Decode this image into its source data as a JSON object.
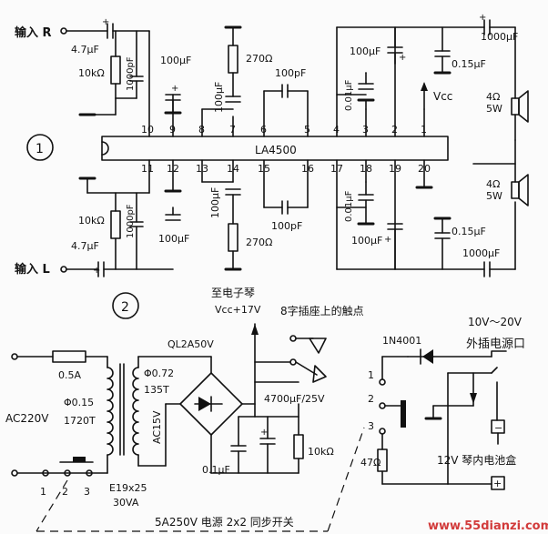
{
  "section1": {
    "number": "1"
  },
  "section2": {
    "number": "2"
  },
  "ic": {
    "part": "LA4500",
    "top_pins": [
      "10",
      "9",
      "8",
      "7",
      "6",
      "5",
      "4",
      "3",
      "2",
      "1"
    ],
    "bottom_pins": [
      "11",
      "12",
      "13",
      "14",
      "15",
      "16",
      "17",
      "18",
      "19",
      "20"
    ]
  },
  "inputs": {
    "right": "输入 R",
    "left": "输入 L"
  },
  "labels_top": {
    "c_in_r": "4.7μF",
    "r_in_r": "10kΩ",
    "c_1000p_r": "1000pF",
    "c100_p9": "100μF",
    "c100_p7": "100μF",
    "r270_top": "270Ω",
    "c100p_top": "100pF",
    "c001_top": "0.01μF",
    "c100_p3": "100μF",
    "c1000_out_r": "1000μF",
    "c015_r": "0.15μF",
    "vcc": "Vcc",
    "spk_r": "4Ω\n5W"
  },
  "labels_bottom": {
    "r_in_l": "10kΩ",
    "c_1000p_l": "1000pF",
    "c_in_l": "4.7μF",
    "c100_p12": "100μF",
    "c100_p14": "100μF",
    "r270_bot": "270Ω",
    "c100p_bot": "100pF",
    "c001_bot": "0.01μF",
    "c100_p18": "100μF",
    "c015_l": "0.15μF",
    "c1000_out_l": "1000μF",
    "spk_l": "4Ω\n5W"
  },
  "psu": {
    "to_organ": "至电子琴",
    "vcc17": "Vcc+17V",
    "socket": "8字插座上的触点",
    "bridge": "QL2A50V",
    "wire": "Φ0.72",
    "turns_sec": "135T",
    "ac15": "AC15V",
    "fuse": "0.5A",
    "ac220": "AC220V",
    "wire_pri": "Φ0.15",
    "turns_pri": "1720T",
    "cap4700": "4700μF/25V",
    "r10k": "10kΩ",
    "c01": "0.1μF",
    "core": "E19x25",
    "va": "30VA",
    "switch": "5A250V 电源 2x2 同步开关",
    "sw_nums": [
      "1",
      "2",
      "3"
    ],
    "contacts": [
      "1",
      "2",
      "3"
    ],
    "r47": "47Ω",
    "diode": "1N4001",
    "ext_volt": "10V～20V",
    "ext_jack": "外插电源口",
    "battery": "12V 琴内电池盒",
    "minus": "−",
    "plus": "+"
  },
  "watermark": "www.55dianzi.com"
}
